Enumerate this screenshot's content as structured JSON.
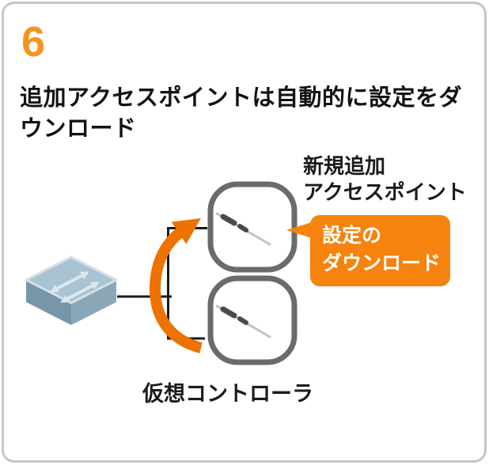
{
  "card": {
    "step_number": "6",
    "heading": "追加アクセスポイントは自動的に設定をダウンロード"
  },
  "diagram": {
    "new_ap_label": {
      "line1": "新規追加",
      "line2": "アクセスポイント"
    },
    "callout": {
      "line1": "設定の",
      "line2": "ダウンロード"
    },
    "controller_label": "仮想コントローラ",
    "icons": {
      "switch_icon": "network-switch-icon",
      "access_point_top": "access-point-icon",
      "access_point_bottom": "access-point-icon",
      "arrow": "curved-arrow-icon"
    },
    "colors": {
      "step_orange": "#f7941e",
      "callout_orange": "#f5830d",
      "arrow_orange": "#ee7200",
      "ap_outline_gray": "#6b6b6b",
      "switch_top_blue": "#aac3d3",
      "switch_left_blue": "#7796a9",
      "switch_right_blue": "#8aa7b8",
      "card_border_gray": "#c6c6c6",
      "connector_black": "#1a1a1a"
    }
  }
}
